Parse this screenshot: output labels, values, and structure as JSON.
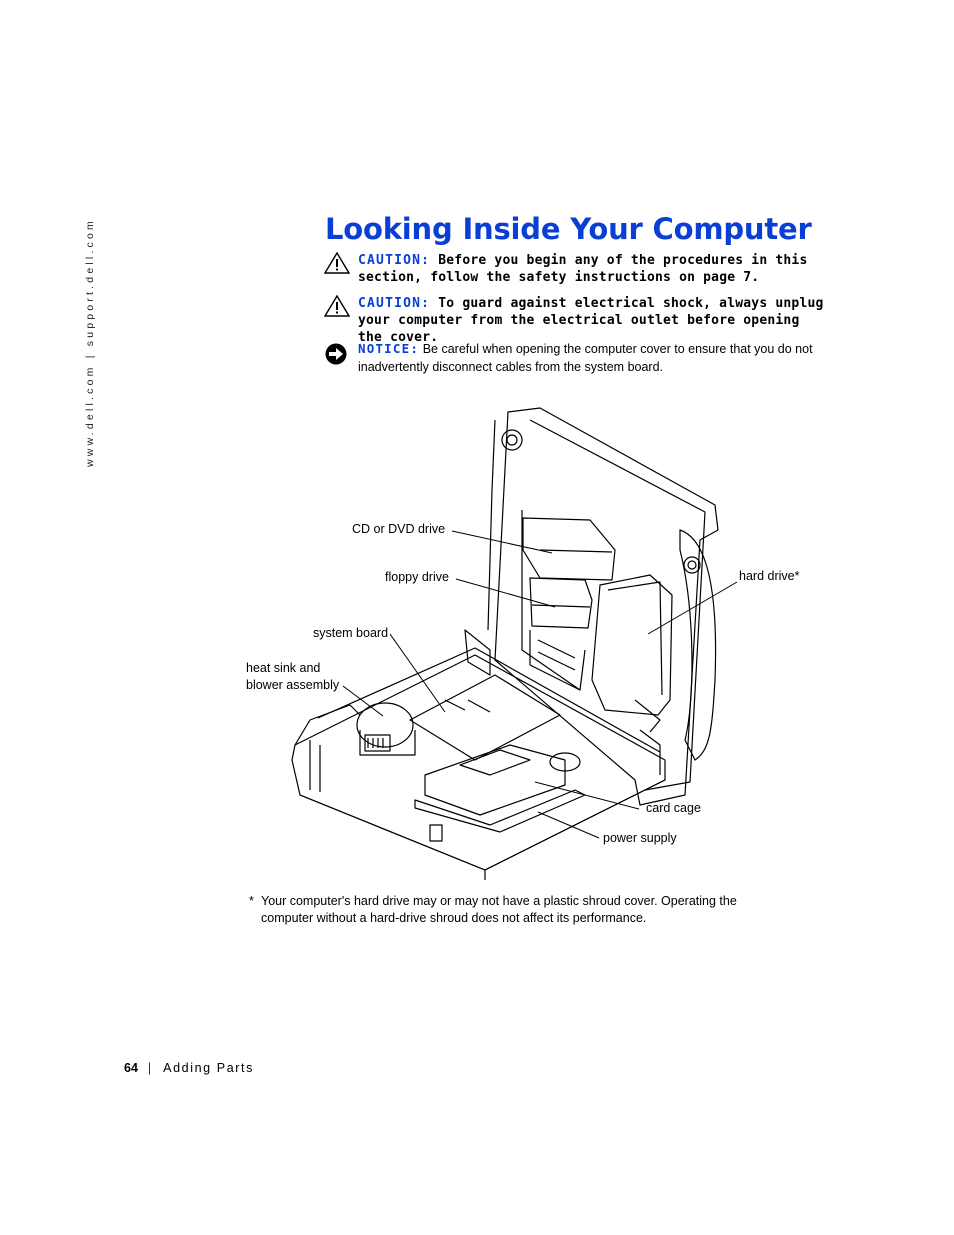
{
  "sidebar": {
    "url": "www.dell.com | support.dell.com"
  },
  "heading": {
    "title": "Looking Inside Your Computer"
  },
  "notes": [
    {
      "type": "caution",
      "label": "CAUTION:",
      "text": "Before you begin any of the procedures in this section, follow the safety instructions on page 7."
    },
    {
      "type": "caution",
      "label": "CAUTION:",
      "text": "To guard against electrical shock, always unplug your computer from the electrical outlet before opening the cover."
    },
    {
      "type": "notice",
      "label": "NOTICE:",
      "text": "Be careful when opening the computer cover to ensure that you do not inadvertently disconnect cables from the system board."
    }
  ],
  "diagram": {
    "callouts": {
      "cd_dvd": "CD or DVD drive",
      "floppy": "floppy drive",
      "hard_drive": "hard drive*",
      "system_board": "system board",
      "heat_sink_1": "heat sink and",
      "heat_sink_2": "blower assembly",
      "card_cage": "card cage",
      "power_supply": "power supply"
    }
  },
  "footnote": {
    "marker": "*",
    "text": "Your computer's hard drive may or may not have a plastic shroud cover. Operating the computer without a hard-drive shroud does not affect its performance."
  },
  "footer": {
    "page_number": "64",
    "separator": "|",
    "section": "Adding Parts"
  }
}
